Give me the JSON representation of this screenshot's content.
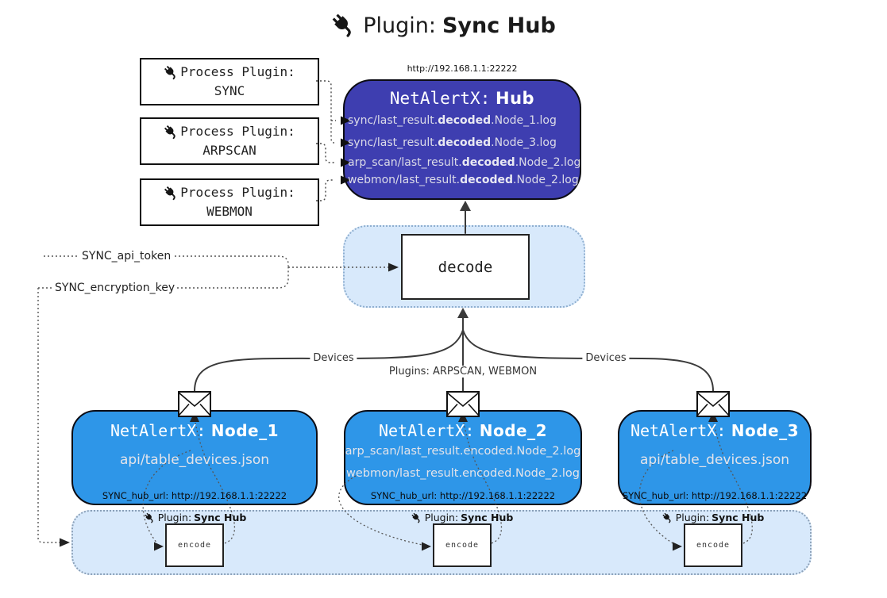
{
  "title": {
    "icon": "plug-icon",
    "prefix": "Plugin:",
    "name": "Sync Hub"
  },
  "hub": {
    "url": "http://192.168.1.1:22222",
    "title_prefix": "NetAlertX:",
    "title_name": "Hub",
    "logs": [
      {
        "pre": "sync/last_result.",
        "bold": "decoded",
        "post": ".Node_1.log"
      },
      {
        "pre": "sync/last_result.",
        "bold": "decoded",
        "post": ".Node_3.log"
      },
      {
        "pre": "arp_scan/last_result.",
        "bold": "decoded",
        "post": ".Node_2.log"
      },
      {
        "pre": "webmon/last_result.",
        "bold": "decoded",
        "post": ".Node_2.log"
      }
    ]
  },
  "process_plugins": [
    {
      "label": "Process Plugin:",
      "name": "SYNC"
    },
    {
      "label": "Process Plugin:",
      "name": "ARPSCAN"
    },
    {
      "label": "Process Plugin:",
      "name": "WEBMON"
    }
  ],
  "decode_box": {
    "label": "decode"
  },
  "config": {
    "api_token_label": "SYNC_api_token",
    "encryption_key_label": "SYNC_encryption_key"
  },
  "edge_labels": {
    "devices_left": "Devices",
    "plugins_center": "Plugins: ARPSCAN, WEBMON",
    "devices_right": "Devices"
  },
  "nodes": [
    {
      "title_prefix": "NetAlertX:",
      "title_name": "Node_1",
      "lines": [
        "api/table_devices.json"
      ],
      "footer": "SYNC_hub_url: http://192.168.1.1:22222"
    },
    {
      "title_prefix": "NetAlertX:",
      "title_name": "Node_2",
      "lines": [
        "arp_scan/last_result.encoded.Node_2.log",
        "webmon/last_result.encoded.Node_2.log"
      ],
      "footer": "SYNC_hub_url: http://192.168.1.1:22222"
    },
    {
      "title_prefix": "NetAlertX:",
      "title_name": "Node_3",
      "lines": [
        "api/table_devices.json"
      ],
      "footer": "SYNC_hub_url: http://192.168.1.1:22222"
    }
  ],
  "encoders": [
    {
      "label_prefix": "Plugin:",
      "label_name": "Sync Hub",
      "box_label": "encode"
    },
    {
      "label_prefix": "Plugin:",
      "label_name": "Sync Hub",
      "box_label": "encode"
    },
    {
      "label_prefix": "Plugin:",
      "label_name": "Sync Hub",
      "box_label": "encode"
    }
  ],
  "colors": {
    "hub_fill": "#3e3eb0",
    "node_fill": "#2e96e8",
    "container_fill": "#d8e9fb",
    "container_border": "#8fafd0",
    "line": "#3a3a3a",
    "hub_text": "#dcdce8"
  }
}
